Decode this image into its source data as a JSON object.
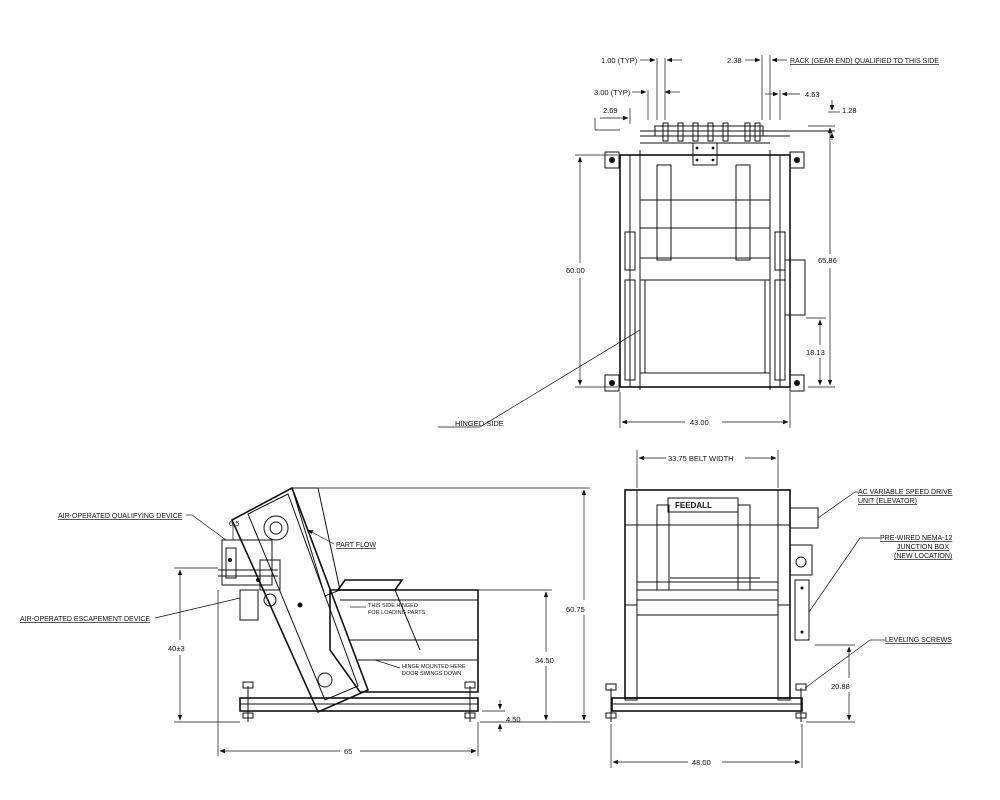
{
  "top_view": {
    "dims": {
      "d1_00_typ": "1.00 (TYP)",
      "d3_00_typ": "3.00 (TYP)",
      "d2_69": "2.69",
      "d2_38": "2.38",
      "d4_63": "4.63",
      "d1_28": "1.28",
      "d60_00": "60.00",
      "d65_86": "65.86",
      "d18_13": "18.13",
      "d43_00": "43.00"
    },
    "notes": {
      "rack": "RACK (GEAR END) QUALIFIED TO THIS SIDE",
      "hinged_side": "HINGED SIDE"
    }
  },
  "side_view": {
    "dims": {
      "d60_75": "60.75",
      "d40_3": "40±3",
      "d34_50": "34.50",
      "d4_50": "4.50",
      "d65": "65",
      "d6_5": "6.5"
    },
    "notes": {
      "qualifying": "AIR-OPERATED QUALIFYING DEVICE",
      "escapement": "AIR-OPERATED ESCAPEMENT DEVICE",
      "part_flow": "PART FLOW",
      "hinged_line1": "THIS SIDE HINGED",
      "hinged_line2": "FOR LOADING PARTS",
      "hinge_line1": "HINGE MOUNTED HERE",
      "hinge_line2": "DOOR SWINGS DOWN"
    }
  },
  "end_view": {
    "dims": {
      "belt_width": "33.75 BELT WIDTH",
      "d20_88": "20.88",
      "d48_00": "48.00"
    },
    "notes": {
      "drive_line1": "AC VARIABLE SPEED DRIVE",
      "drive_line2": "UNIT (ELEVATOR)",
      "box_line1": "PRE-WIRED NEMA-12",
      "box_line2": "JUNCTION BOX",
      "box_line3": "(NEW LOCATION)",
      "leveling": "LEVELING SCREWS",
      "logo": "FEEDALL"
    }
  }
}
